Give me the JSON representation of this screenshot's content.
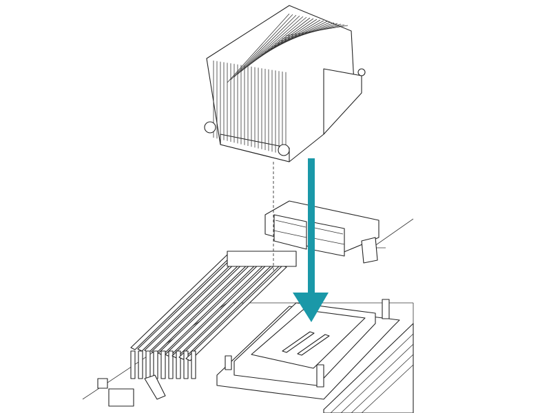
{
  "diagram": {
    "arrow_color": "#1a98a8",
    "line_color": "#222222",
    "background": "#ffffff",
    "parts": [
      "heatsink",
      "processor-socket",
      "dimm-slots",
      "power-connector"
    ]
  }
}
